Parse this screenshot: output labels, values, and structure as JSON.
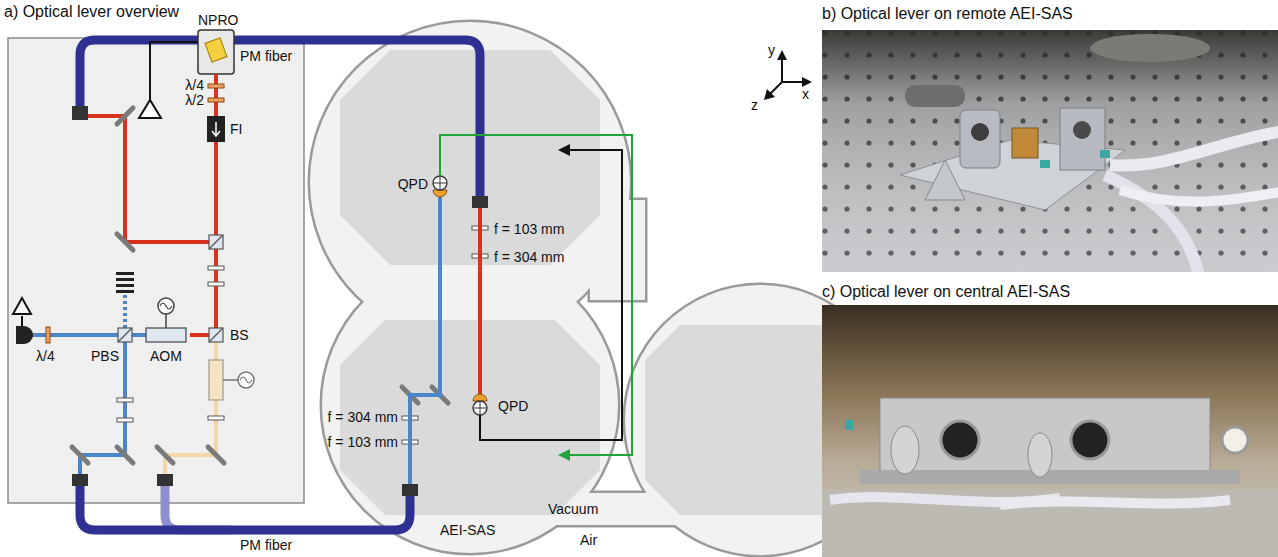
{
  "diagram": {
    "nodes": [
      {
        "text": [
          "a) Optical lever overview"
        ]
      },
      {
        "text": [
          "b) Optical lever on remote AEI-SAS"
        ]
      },
      {
        "text": [
          "c) Optical lever on central AEI-SAS"
        ]
      }
    ],
    "labels": [
      "NPRO",
      "λ/4",
      "λ/2",
      "FI",
      "BS",
      "PBS",
      "AOM",
      "λ/4",
      "PM fiber",
      "PM fiber",
      "QPD",
      "f = 103 mm",
      "f = 304 mm",
      "f = 304 mm",
      "f = 103 mm",
      "QPD",
      "AEI-SAS",
      "Vacuum",
      "Air",
      "y",
      "x",
      "z"
    ]
  }
}
